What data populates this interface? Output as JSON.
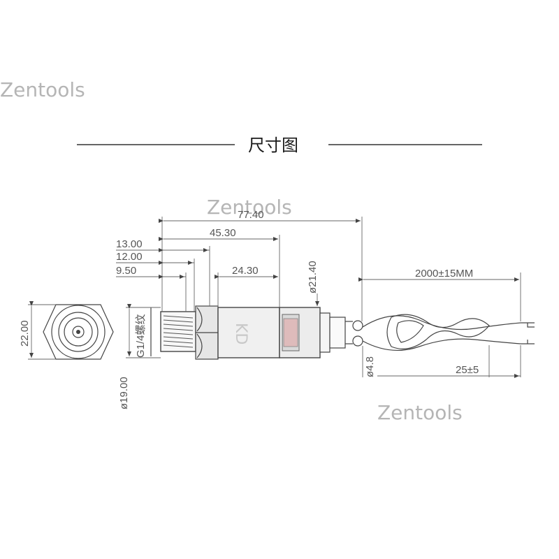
{
  "watermark": "Zentools",
  "title": "尺寸图",
  "dimensions": {
    "overall_length": "77.40",
    "body_length": "45.30",
    "d13": "13.00",
    "d12": "12.00",
    "d9": "9.50",
    "d24": "24.30",
    "dia21": "ø21.40",
    "cable_length": "2000±15MM",
    "hex": "22.00",
    "thread": "G1/4螺纹",
    "dia19": "ø19.00",
    "dia4": "ø4.8",
    "strip": "25±5"
  },
  "colors": {
    "line": "#444444",
    "watermark": "#b5b5b5",
    "body_fill": "#cfcfcf"
  }
}
